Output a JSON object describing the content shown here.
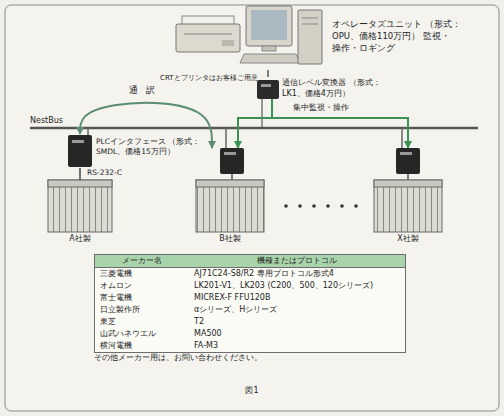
{
  "diagram": {
    "caption": "図1",
    "nodes": [
      {
        "text": [
          "オペレータズユニット （形式：OPU、価格110万円） 監視・操作・ロギング"
        ]
      },
      {
        "text": [
          "通信レベル変換器 （形式：LK1、価格4万円）"
        ]
      },
      {
        "text": [
          "PLCインタフェース （形式：SMDL、価格15万円）"
        ]
      },
      {
        "text": [
          "A社製"
        ]
      },
      {
        "text": [
          "B社製"
        ]
      },
      {
        "text": [
          "X社製"
        ]
      }
    ],
    "edges": [
      {
        "from": 0,
        "to": 1,
        "arrow": "none"
      },
      {
        "from": 1,
        "to": 4,
        "arrow": "to"
      },
      {
        "from": 1,
        "to": 5,
        "arrow": "to",
        "label": "集中監視・操作"
      },
      {
        "from": 2,
        "to": 3,
        "arrow": "none",
        "label": "RS-232-C"
      },
      {
        "from": 2,
        "to": 4,
        "arrow": "both",
        "label": "通訳"
      }
    ],
    "labels": [
      "CRTとプリンタはお客様ご用意",
      "NestBus",
      "メーカー名",
      "機種またはプロトコル",
      "三菱電機",
      "AJ71C24-S8/R2 専用プロトコル形式4",
      "オムロン",
      "LK201-V1、LK203 (C200、500、120シリーズ)",
      "富士電機",
      "MICREX-F FFU120B",
      "日立製作所",
      "αシリーズ、Hシリーズ",
      "東芝",
      "T2",
      "山武ハネウエル",
      "MA500",
      "横河電機",
      "FA-M3",
      "その他メーカー用は、お問い合わせください。"
    ]
  }
}
